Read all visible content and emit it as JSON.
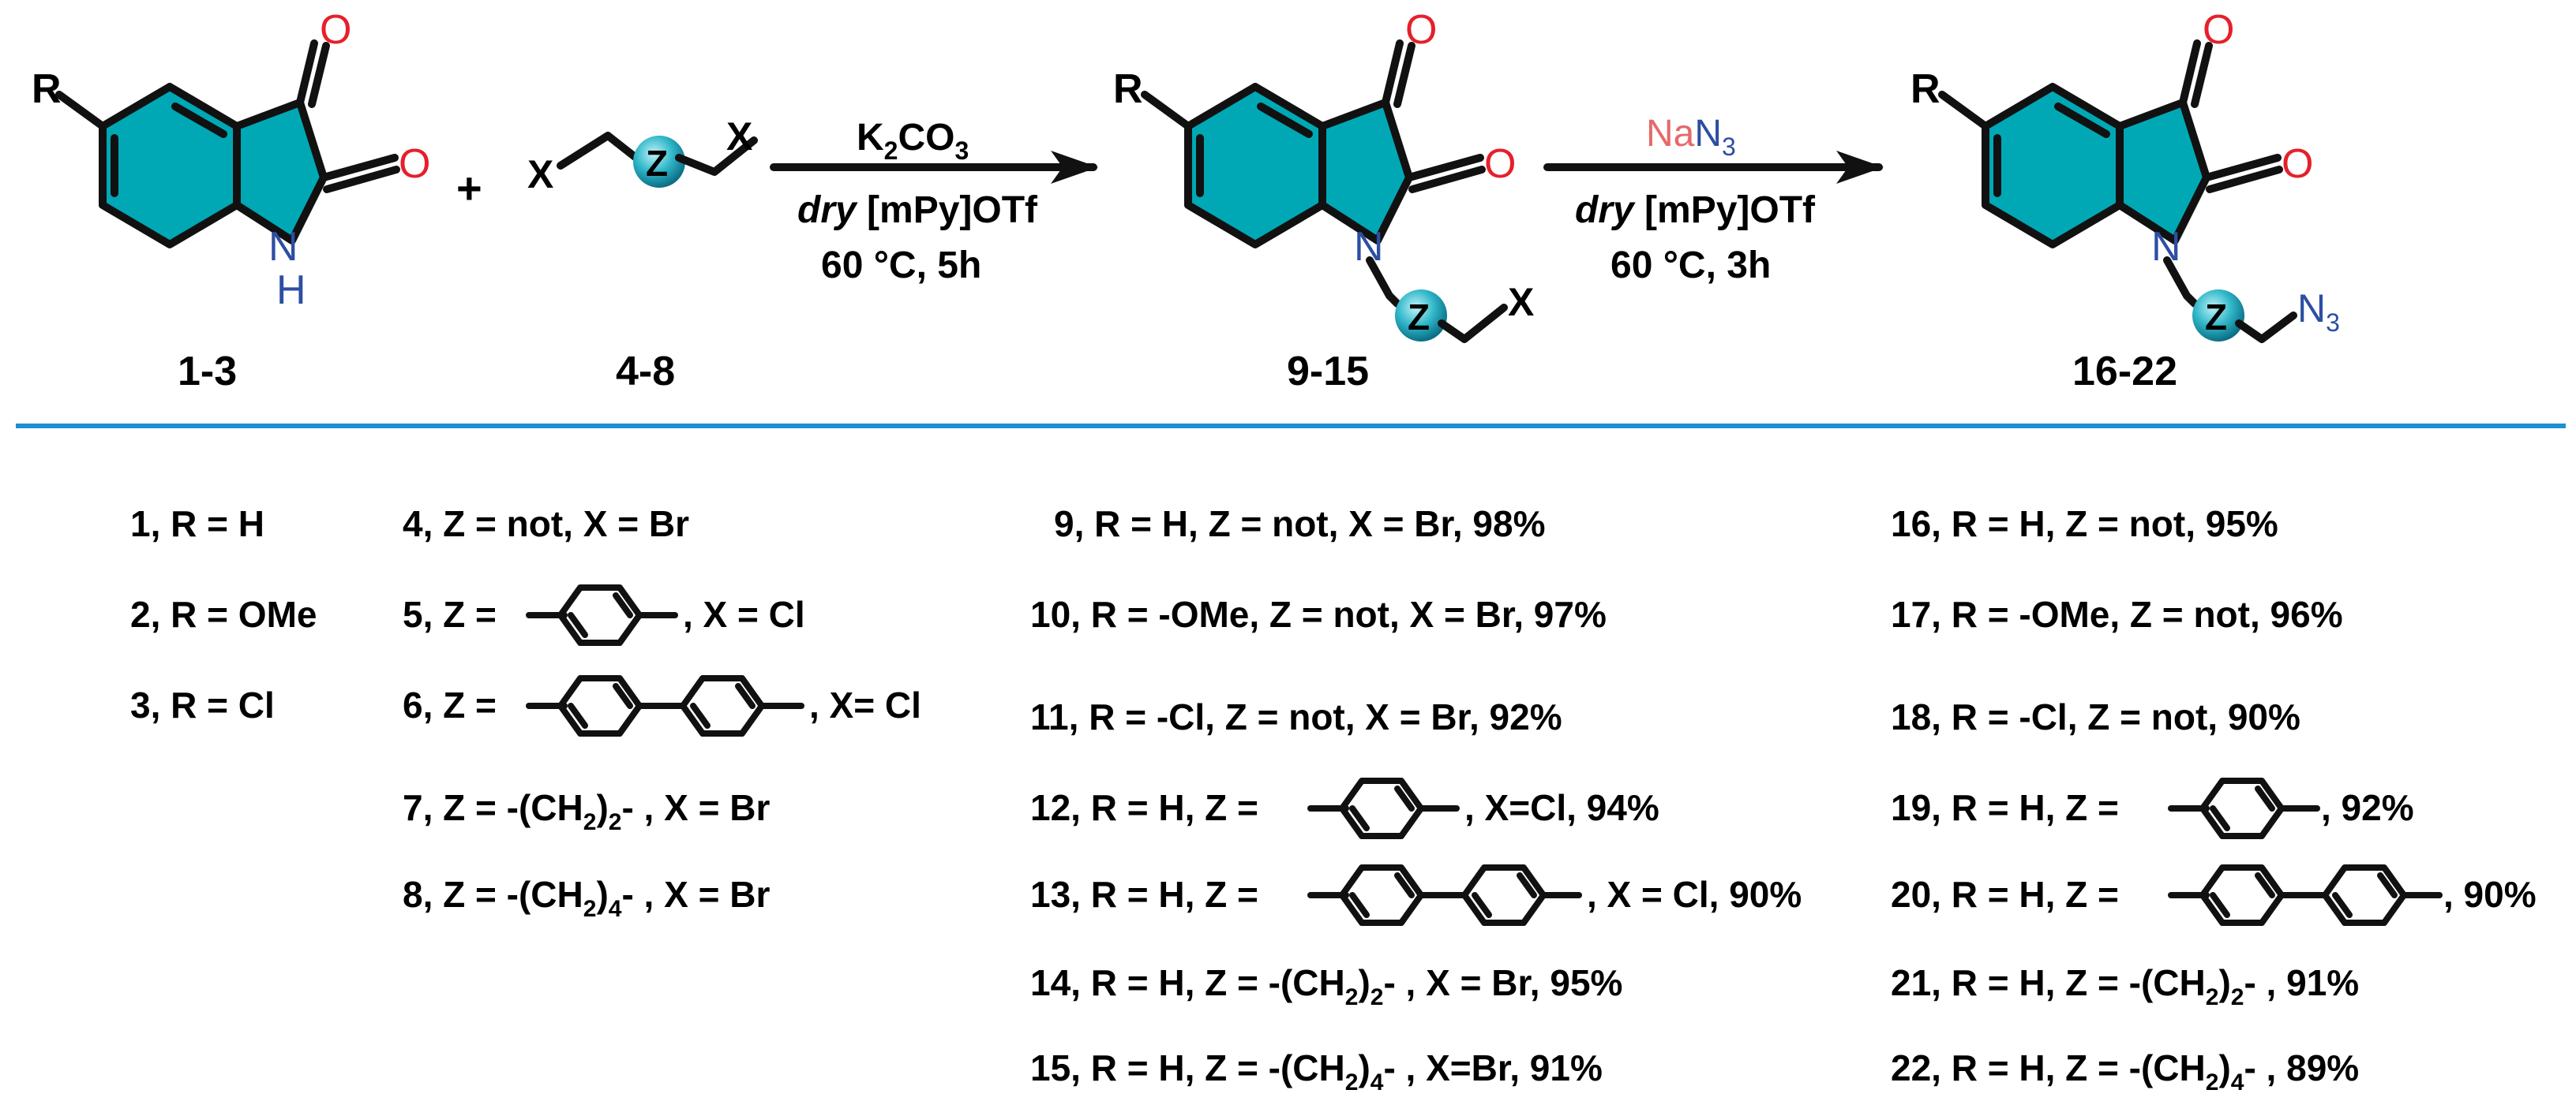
{
  "colors": {
    "ring": "#00a8b5",
    "oxygen": "#e5202b",
    "nitrogen": "#2d4ea2",
    "sodium": "#e56a6a",
    "divider": "#1e8fd0",
    "zbead": "#2fb6c8"
  },
  "atoms": {
    "R": "R",
    "O": "O",
    "N": "N",
    "H": "H",
    "X": "X",
    "Z": "Z",
    "plus": "+"
  },
  "compounds": {
    "start_label": "1-3",
    "linker_label": "4-8",
    "intermediate_label": "9-15",
    "product_label": "16-22"
  },
  "step1": {
    "base_main": "K",
    "base_sub1": "2",
    "base_mid": "CO",
    "base_sub2": "3",
    "solvent_italic": "dry",
    "solvent": " [mPy]OTf",
    "conditions": "60 °C, 5h"
  },
  "step2": {
    "reagent_na": "Na",
    "reagent_n": "N",
    "reagent_sub": "3",
    "solvent_italic": "dry",
    "solvent": " [mPy]OTf",
    "conditions": "60 °C, 3h",
    "azide_n": "N",
    "azide_sub": "3"
  },
  "legend": {
    "col1": [
      "1, R = H",
      "2, R = OMe",
      "3, R = Cl"
    ],
    "col2": {
      "r4": "4, Z = not, X = Br",
      "r5a": "5, Z =",
      "r5b": ", X = Cl",
      "r6a": "6, Z =",
      "r6b": ", X= Cl",
      "r7a": "7, Z = -(CH",
      "r7s": "2",
      "r7b": ")",
      "r7s2": "2",
      "r7c": "- , X = Br",
      "r8a": "8, Z = -(CH",
      "r8s": "2",
      "r8b": ")",
      "r8s2": "4",
      "r8c": "-  , X = Br"
    },
    "col3": {
      "r9": "9, R = H, Z = not, X = Br, 98%",
      "r10": "10, R = -OMe, Z = not, X = Br, 97%",
      "r11": "11, R = -Cl, Z = not, X = Br, 92%",
      "r12a": "12, R = H, Z =",
      "r12b": ", X=Cl, 94%",
      "r13a": "13, R = H, Z =",
      "r13b": ", X = Cl, 90%",
      "r14a": "14, R = H, Z = -(CH",
      "r14s": "2",
      "r14b": ")",
      "r14s2": "2",
      "r14c": "- , X = Br, 95%",
      "r15a": "15, R = H, Z = -(CH",
      "r15s": "2",
      "r15b": ")",
      "r15s2": "4",
      "r15c": "- , X=Br, 91%"
    },
    "col4": {
      "r16": "16, R = H, Z = not, 95%",
      "r17": "17, R = -OMe, Z = not, 96%",
      "r18": "18, R = -Cl, Z = not, 90%",
      "r19a": "19, R = H, Z =",
      "r19b": ", 92%",
      "r20a": "20, R = H, Z =",
      "r20b": ", 90%",
      "r21a": "21, R = H, Z = -(CH",
      "r21s": "2",
      "r21b": ")",
      "r21s2": "2",
      "r21c": "- , 91%",
      "r22a": "22, R = H, Z = -(CH",
      "r22s": "2",
      "r22b": ")",
      "r22s2": "4",
      "r22c": "- , 89%"
    }
  }
}
